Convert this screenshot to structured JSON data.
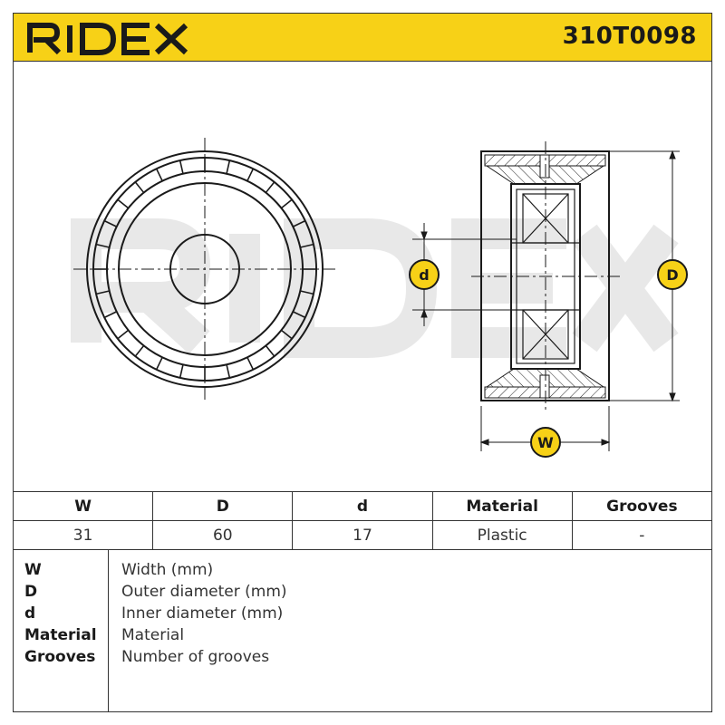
{
  "header": {
    "brand": "RIDEX",
    "part_number": "310T0098",
    "brand_color": "#f7d117"
  },
  "drawing": {
    "watermark": "RIDEX",
    "dimension_labels": {
      "d": "d",
      "D": "D",
      "W": "W"
    }
  },
  "spec_table": {
    "headers": [
      "W",
      "D",
      "d",
      "Material",
      "Grooves"
    ],
    "values": [
      "31",
      "60",
      "17",
      "Plastic",
      "-"
    ]
  },
  "legend": [
    {
      "key": "W",
      "desc": "Width (mm)"
    },
    {
      "key": "D",
      "desc": "Outer diameter (mm)"
    },
    {
      "key": "d",
      "desc": "Inner diameter (mm)"
    },
    {
      "key": "Material",
      "desc": "Material"
    },
    {
      "key": "Grooves",
      "desc": "Number of grooves"
    }
  ]
}
